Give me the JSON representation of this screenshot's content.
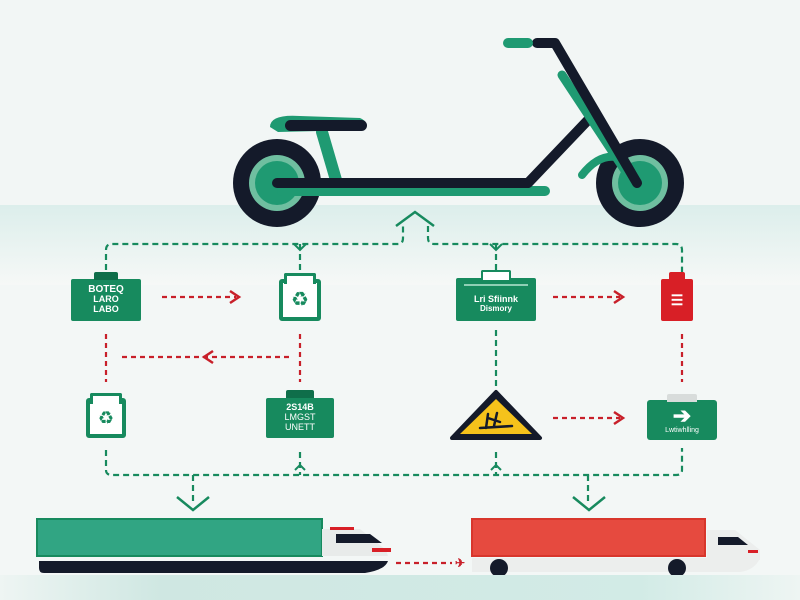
{
  "diagram": {
    "title": "",
    "subject": "electric-scooter",
    "colors": {
      "primary_green": "#178a5e",
      "scooter_green": "#1f9a72",
      "dark": "#141a2a",
      "red": "#d81f26",
      "warning_yellow": "#f5c21b",
      "container_red": "#e64a3f",
      "container_green": "#31a583"
    },
    "nodes": [
      {
        "id": "n1",
        "type": "green-tag",
        "lines": [
          "BOTEQ",
          "LARO",
          "LABO"
        ]
      },
      {
        "id": "n2",
        "type": "battery-icon",
        "icon": "recycle-icon",
        "lines": []
      },
      {
        "id": "n3",
        "type": "green-tag",
        "lines": [
          "Lri Sfiinnk",
          "Dismory"
        ]
      },
      {
        "id": "n4",
        "type": "red-battery",
        "icon": "battery-warning-icon",
        "lines": []
      },
      {
        "id": "n5",
        "type": "battery-icon",
        "icon": "recycle-leaf-icon",
        "lines": []
      },
      {
        "id": "n6",
        "type": "green-tag",
        "lines": [
          "2S14B",
          "LMGST",
          "UNETT"
        ]
      },
      {
        "id": "n7",
        "type": "warning-sign",
        "icon": "hazard-icon",
        "lines": []
      },
      {
        "id": "n8",
        "type": "green-tag",
        "icon": "arrow-right-icon",
        "lines": [
          "Lwtiwhlling"
        ]
      }
    ],
    "connectors": [
      {
        "from": "n1",
        "to": "n2",
        "style": "red-dashed-arrow"
      },
      {
        "from": "n3",
        "to": "n4",
        "style": "red-dashed-arrow"
      },
      {
        "from": "n6",
        "to": "n5",
        "style": "red-dashed-arrow"
      },
      {
        "from": "n7",
        "to": "n8",
        "style": "red-dashed-arrow"
      },
      {
        "from": "nodes",
        "to": "scooter",
        "style": "green-dashed-arrow-up"
      },
      {
        "from": "nodes",
        "to": "ship",
        "style": "green-dashed-arrow-down"
      },
      {
        "from": "nodes",
        "to": "truck",
        "style": "green-dashed-arrow-down"
      },
      {
        "from": "ship",
        "to": "truck",
        "style": "red-dashed-link"
      }
    ],
    "vehicles": [
      {
        "id": "ship",
        "type": "cargo-ship",
        "container_color": "#31a583"
      },
      {
        "id": "truck",
        "type": "truck",
        "container_color": "#e64a3f"
      }
    ]
  }
}
